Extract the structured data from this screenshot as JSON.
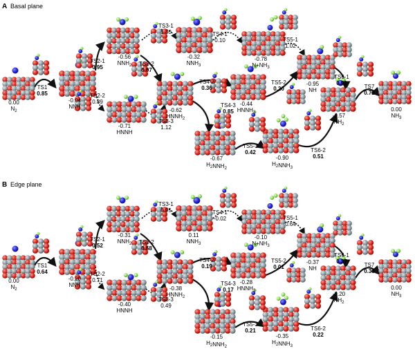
{
  "panels": [
    {
      "letter": "A",
      "title": "Basal plane",
      "states": [
        {
          "id": "n2",
          "energy": "0.00",
          "label": "N",
          "sub": "2"
        },
        {
          "id": "nnh",
          "energy": "-0.04",
          "label": "NNH",
          "sub": ""
        },
        {
          "id": "nnh2",
          "energy": "-0.56",
          "label": "NNH",
          "sub": "2"
        },
        {
          "id": "hnnh",
          "energy": "-0.71",
          "label": "HNNH",
          "sub": ""
        },
        {
          "id": "nnh3",
          "energy": "-0.32",
          "label": "NNH",
          "sub": "3"
        },
        {
          "id": "hnnh2",
          "energy": "-0.62",
          "label": "HNNH",
          "sub": "2"
        },
        {
          "id": "h2nnh2",
          "energy": "-0.67",
          "label": "H",
          "sub": "2",
          "label2": "NNH",
          "sub2": "2"
        },
        {
          "id": "nnh3b",
          "energy": "-0.78",
          "label": "N+NH",
          "sub": "3"
        },
        {
          "id": "hnnh3",
          "energy": "-0.44",
          "label": "HNNH",
          "sub": "3"
        },
        {
          "id": "h2nnh3",
          "energy": "-0.90",
          "label": "H",
          "sub": "2",
          "label2": "NNH",
          "sub2": "3"
        },
        {
          "id": "nh",
          "energy": "-0.95",
          "label": "NH",
          "sub": ""
        },
        {
          "id": "nh2",
          "energy": "-0.57",
          "label": "NH",
          "sub": "2"
        },
        {
          "id": "nh3",
          "energy": "0.00",
          "label": "NH",
          "sub": "3"
        }
      ],
      "transitions": [
        {
          "id": "TS1",
          "value": "0.85",
          "bold": true
        },
        {
          "id": "TS2-1",
          "value": "0.95",
          "bold": true
        },
        {
          "id": "TS2-2",
          "value": "0.89",
          "bold": false
        },
        {
          "id": "TS3-1",
          "value": "1.30",
          "bold": false
        },
        {
          "id": "TS3-2",
          "value": "0.97",
          "bold": true
        },
        {
          "id": "TS3-3",
          "value": "1.12",
          "bold": false
        },
        {
          "id": "TS4-1",
          "value": "0.10",
          "bold": false
        },
        {
          "id": "TS4-2",
          "value": "0.36",
          "bold": true
        },
        {
          "id": "TS4-3",
          "value": "0.85",
          "bold": true
        },
        {
          "id": "TS5-1",
          "value": "1.02",
          "bold": false
        },
        {
          "id": "TS5-2",
          "value": "0.20",
          "bold": true
        },
        {
          "id": "TS5-3",
          "value": "0.42",
          "bold": true
        },
        {
          "id": "TS6-1",
          "value": "0.92",
          "bold": true
        },
        {
          "id": "TS6-2",
          "value": "0.51",
          "bold": true
        },
        {
          "id": "TS7",
          "value": "0.72",
          "bold": true
        }
      ]
    },
    {
      "letter": "B",
      "title": "Edge plane",
      "states": [
        {
          "id": "n2",
          "energy": "0.00",
          "label": "N",
          "sub": "2"
        },
        {
          "id": "nnh",
          "energy": "-0.20",
          "label": "NNH",
          "sub": ""
        },
        {
          "id": "nnh2",
          "energy": "-0.31",
          "label": "NNH",
          "sub": "2"
        },
        {
          "id": "hnnh",
          "energy": "-0.40",
          "label": "HNNH",
          "sub": ""
        },
        {
          "id": "nnh3",
          "energy": "0.11",
          "label": "NNH",
          "sub": "3"
        },
        {
          "id": "hnnh2",
          "energy": "-0.38",
          "label": "HNNH",
          "sub": "2"
        },
        {
          "id": "h2nnh2",
          "energy": "-0.15",
          "label": "H",
          "sub": "2",
          "label2": "NNH",
          "sub2": "2"
        },
        {
          "id": "nnh3b",
          "energy": "-0.10",
          "label": "N+NH",
          "sub": "3"
        },
        {
          "id": "hnnh3",
          "energy": "-0.28",
          "label": "HNNH",
          "sub": "3"
        },
        {
          "id": "h2nnh3",
          "energy": "-0.35",
          "label": "H",
          "sub": "2",
          "label2": "NNH",
          "sub2": "3"
        },
        {
          "id": "nh",
          "energy": "-0.37",
          "label": "NH",
          "sub": ""
        },
        {
          "id": "nh2",
          "energy": "-0.20",
          "label": "NH",
          "sub": "2"
        },
        {
          "id": "nh3",
          "energy": "0.00",
          "label": "NH",
          "sub": "3"
        }
      ],
      "transitions": [
        {
          "id": "TS1",
          "value": "0.64",
          "bold": true
        },
        {
          "id": "TS2-1",
          "value": "0.52",
          "bold": true
        },
        {
          "id": "TS2-2",
          "value": "0.71",
          "bold": false
        },
        {
          "id": "TS3-1",
          "value": "0.95",
          "bold": false
        },
        {
          "id": "TS3-2",
          "value": "0.58",
          "bold": true
        },
        {
          "id": "TS3-3",
          "value": "0.49",
          "bold": false
        },
        {
          "id": "TS4-1",
          "value": "-0.02",
          "bold": false
        },
        {
          "id": "TS4-2",
          "value": "0.19",
          "bold": true
        },
        {
          "id": "TS4-3",
          "value": "0.17",
          "bold": true
        },
        {
          "id": "TS5-1",
          "value": "0.64",
          "bold": false
        },
        {
          "id": "TS5-2",
          "value": "0.01",
          "bold": true
        },
        {
          "id": "TS5-3",
          "value": "0.21",
          "bold": true
        },
        {
          "id": "TS6-1",
          "value": "0.37",
          "bold": true
        },
        {
          "id": "TS6-2",
          "value": "0.22",
          "bold": true
        },
        {
          "id": "TS7",
          "value": "0.33",
          "bold": true
        }
      ]
    }
  ],
  "colors": {
    "surface_grey": "#8c9aa0",
    "surface_red": "#d8241c",
    "nitrogen_blue": "#2323d6",
    "hydrogen_green": "#8ee35a"
  }
}
